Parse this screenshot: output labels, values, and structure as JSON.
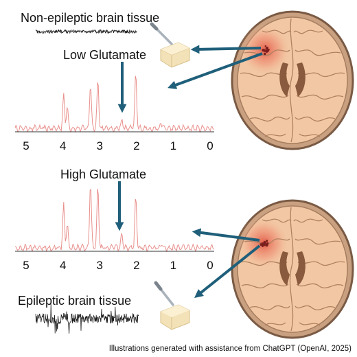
{
  "labels": {
    "top_tissue": "Non-epileptic brain tissue",
    "top_spectrum": "Low Glutamate",
    "bottom_spectrum": "High Glutamate",
    "bottom_tissue": "Epileptic brain tissue",
    "credit": "Illustrations generated with assistance from ChatGPT (OpenAI, 2025)"
  },
  "ppm_axis_ticks": [
    "5",
    "4",
    "3",
    "2",
    "1",
    "0"
  ],
  "colors": {
    "arrow": "#1f5f7a",
    "spectrum_line": "#e8908c",
    "brain_outer": "#7a5a44",
    "brain_tissue": "#f2c8a4",
    "lesion": "#7a1e1e",
    "eeg": "#1a1a1a",
    "tissue_sample": "#f3e2b8"
  },
  "icons": {
    "brain": "brain-axial-slice-icon",
    "lesion": "lesion-icon",
    "sample": "tissue-sample-icon",
    "needle": "biopsy-needle-icon"
  },
  "chart_data": [
    {
      "type": "line",
      "name": "low-glutamate-spectrum",
      "xlim": [
        5,
        0
      ],
      "peaks": [
        {
          "x": 3.98,
          "y": 0.48
        },
        {
          "x": 3.88,
          "y": 0.32
        },
        {
          "x": 3.25,
          "y": 0.65
        },
        {
          "x": 3.05,
          "y": 0.72
        },
        {
          "x": 2.4,
          "y": 0.12
        },
        {
          "x": 2.02,
          "y": 0.78
        },
        {
          "x": 1.32,
          "y": 0.08
        }
      ],
      "annotation": "Low Glutamate"
    },
    {
      "type": "line",
      "name": "high-glutamate-spectrum",
      "xlim": [
        5,
        0
      ],
      "peaks": [
        {
          "x": 3.98,
          "y": 0.62
        },
        {
          "x": 3.88,
          "y": 0.35
        },
        {
          "x": 3.25,
          "y": 0.95
        },
        {
          "x": 3.05,
          "y": 0.88
        },
        {
          "x": 2.4,
          "y": 0.22
        },
        {
          "x": 2.02,
          "y": 0.72
        },
        {
          "x": 1.32,
          "y": 0.06
        }
      ],
      "annotation": "High Glutamate"
    }
  ]
}
